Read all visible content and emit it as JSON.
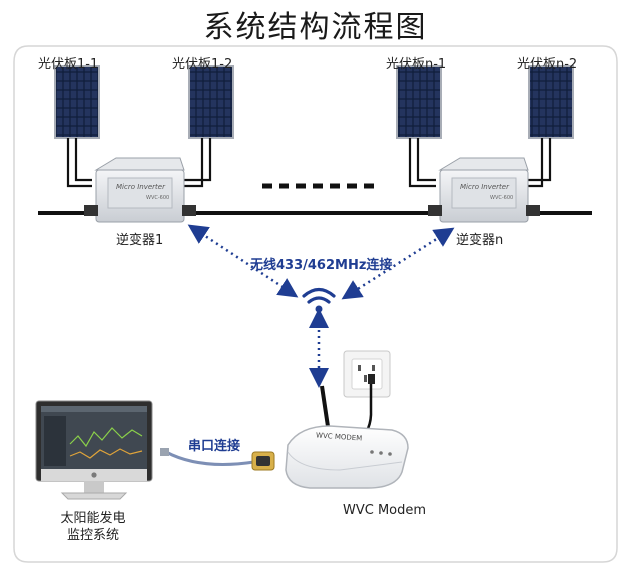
{
  "title": "系统结构流程图",
  "panels": [
    {
      "label": "光伏板1-1"
    },
    {
      "label": "光伏板1-2"
    },
    {
      "label": "光伏板n-1"
    },
    {
      "label": "光伏板n-2"
    }
  ],
  "inverters": [
    {
      "label": "逆变器1",
      "device_text": "Micro Inverter",
      "model_text": "WVC-600"
    },
    {
      "label": "逆变器n",
      "device_text": "Micro Inverter",
      "model_text": "WVC-600"
    }
  ],
  "wireless_label": "无线433/462MHz连接",
  "serial_label": "串口连接",
  "modem": {
    "label": "WVC Modem",
    "brand": "WVC MODEM"
  },
  "monitor": {
    "line1": "太阳能发电",
    "line2": "监控系统"
  },
  "colors": {
    "link": "#1f3d92",
    "cable": "#111111",
    "frame": "#d6d6d6"
  }
}
